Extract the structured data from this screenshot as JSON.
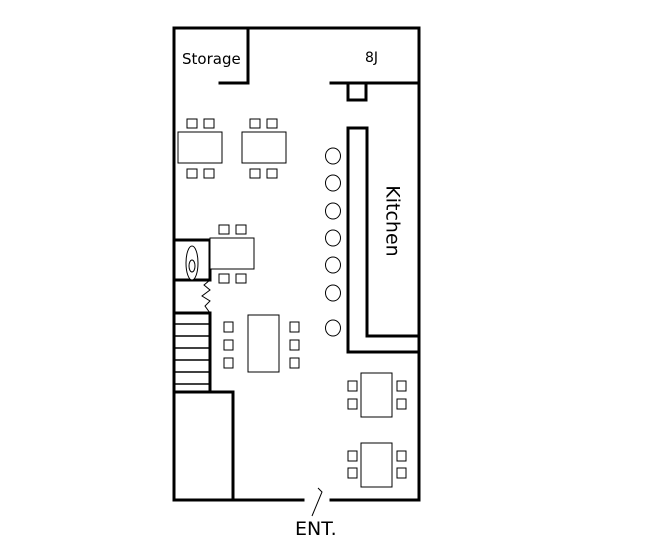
{
  "labels": {
    "storage": "Storage",
    "room_8j": "8J",
    "kitchen": "Kitchen",
    "entrance": "ENT."
  }
}
